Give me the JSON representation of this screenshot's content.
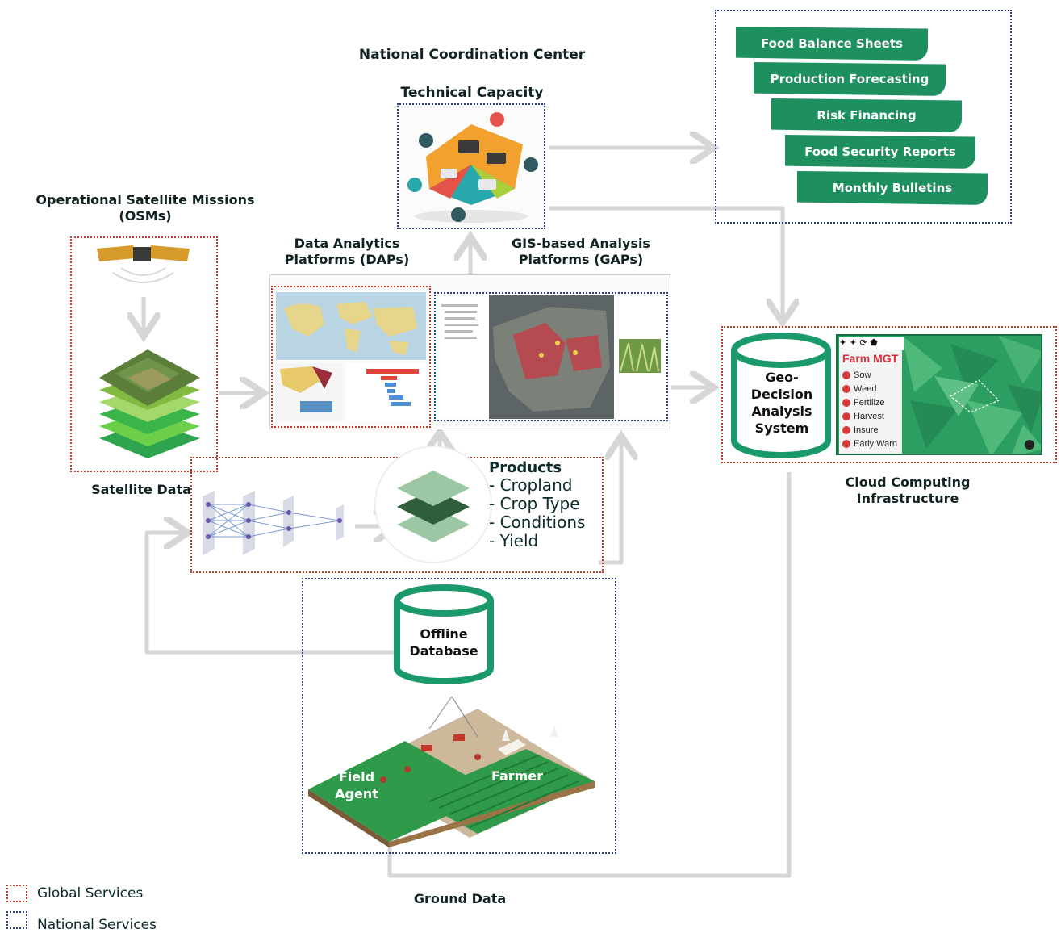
{
  "titles": {
    "national_center": "National Coordination Center",
    "technical_capacity": "Technical Capacity",
    "osm_line1": "Operational Satellite Missions",
    "osm_line2": "(OSMs)",
    "satellite_data": "Satellite Data",
    "dap_line1": "Data Analytics",
    "dap_line2": "Platforms (DAPs)",
    "gap_line1": "GIS-based Analysis",
    "gap_line2": "Platforms (GAPs)",
    "cloud_line1": "Cloud Computing",
    "cloud_line2": "Infrastructure",
    "ground_data": "Ground Data"
  },
  "outputs": [
    "Food Balance Sheets",
    "Production Forecasting",
    "Risk Financing",
    "Food Security Reports",
    "Monthly Bulletins"
  ],
  "products": {
    "title": "Products",
    "items": [
      "- Cropland",
      "- Crop Type",
      "- Conditions",
      "- Yield"
    ]
  },
  "geo_decision": {
    "line1": "Geo-",
    "line2": "Decision",
    "line3": "Analysis",
    "line4": "System"
  },
  "farm_app": {
    "title": "Farm MGT",
    "items": [
      "Sow",
      "Weed",
      "Fertilize",
      "Harvest",
      "Insure",
      "Early Warn"
    ]
  },
  "offline_db": {
    "line1": "Offline",
    "line2": "Database"
  },
  "field": {
    "agent_line1": "Field",
    "agent_line2": "Agent",
    "farmer": "Farmer"
  },
  "legend": {
    "global": "Global Services",
    "national": "National Services"
  },
  "colors": {
    "global_border": "#c0392b",
    "national_border": "#2c3e7a",
    "banner_green": "#1e8f5e",
    "cylinder_green": "#1a9a6a",
    "arrow_gray": "#d6d6d6"
  }
}
